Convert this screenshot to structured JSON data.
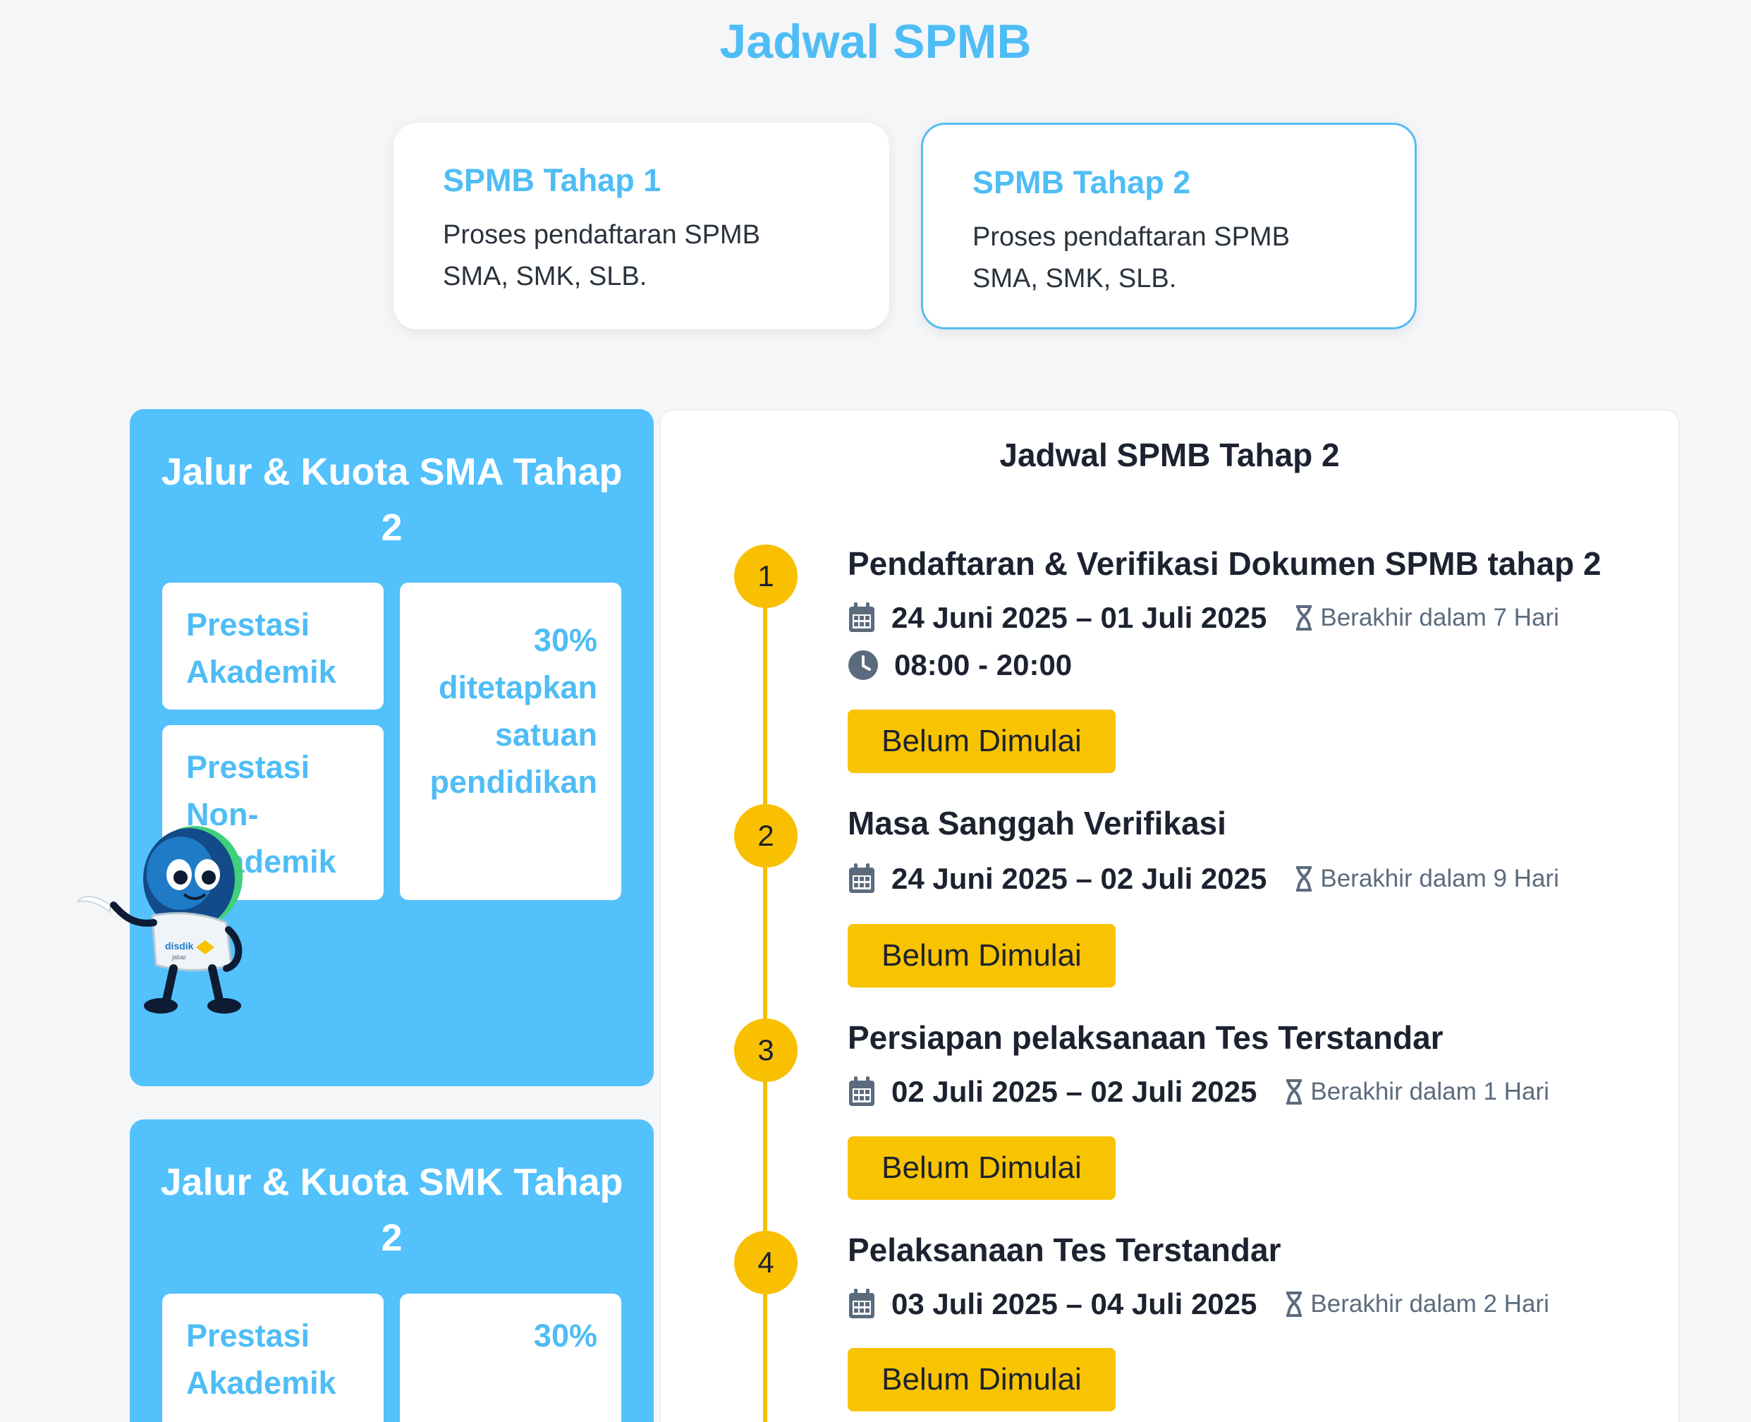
{
  "page": {
    "title": "Jadwal SPMB"
  },
  "tabs": [
    {
      "title": "SPMB Tahap 1",
      "desc_line1": "Proses pendaftaran SPMB",
      "desc_line2": "SMA, SMK, SLB."
    },
    {
      "title": "SPMB Tahap 2",
      "desc_line1": "Proses pendaftaran SPMB",
      "desc_line2": "SMA, SMK, SLB."
    }
  ],
  "quota_sma": {
    "title_line1": "Jalur & Kuota SMA Tahap",
    "title_line2": "2",
    "label1_line1": "Prestasi",
    "label1_line2": "Akademik",
    "label2_line1": "Prestasi",
    "label2_line2": "Non-",
    "label2_line3": "Akademik",
    "value_line1": "30%",
    "value_line2": "ditetapkan",
    "value_line3": "satuan",
    "value_line4": "pendidikan"
  },
  "quota_smk": {
    "title_line1": "Jalur & Kuota SMK Tahap",
    "title_line2": "2",
    "label1_line1": "Prestasi",
    "label1_line2": "Akademik",
    "value_line1": "30%"
  },
  "mascot": {
    "badge": "disdik",
    "badge_sub": "jabar"
  },
  "schedule": {
    "title": "Jadwal SPMB Tahap 2",
    "items": [
      {
        "step": "1",
        "title": "Pendaftaran & Verifikasi Dokumen SPMB tahap 2",
        "date": "24 Juni 2025 – 01 Juli 2025",
        "remaining": "Berakhir dalam 7 Hari",
        "time": "08:00 - 20:00",
        "status": "Belum Dimulai"
      },
      {
        "step": "2",
        "title": "Masa Sanggah Verifikasi",
        "date": "24 Juni 2025 – 02 Juli 2025",
        "remaining": "Berakhir dalam 9 Hari",
        "status": "Belum Dimulai"
      },
      {
        "step": "3",
        "title": "Persiapan pelaksanaan Tes Terstandar",
        "date": "02 Juli 2025 – 02 Juli 2025",
        "remaining": "Berakhir dalam 1 Hari",
        "status": "Belum Dimulai"
      },
      {
        "step": "4",
        "title": "Pelaksanaan Tes Terstandar",
        "date": "03 Juli 2025 – 04 Juli 2025",
        "remaining": "Berakhir dalam 2 Hari",
        "status": "Belum Dimulai"
      }
    ]
  },
  "colors": {
    "accent": "#4fbdf5",
    "panel": "#52c1fc",
    "status": "#f8c300"
  },
  "icons": [
    "calendar-icon",
    "hourglass-icon",
    "clock-icon"
  ]
}
